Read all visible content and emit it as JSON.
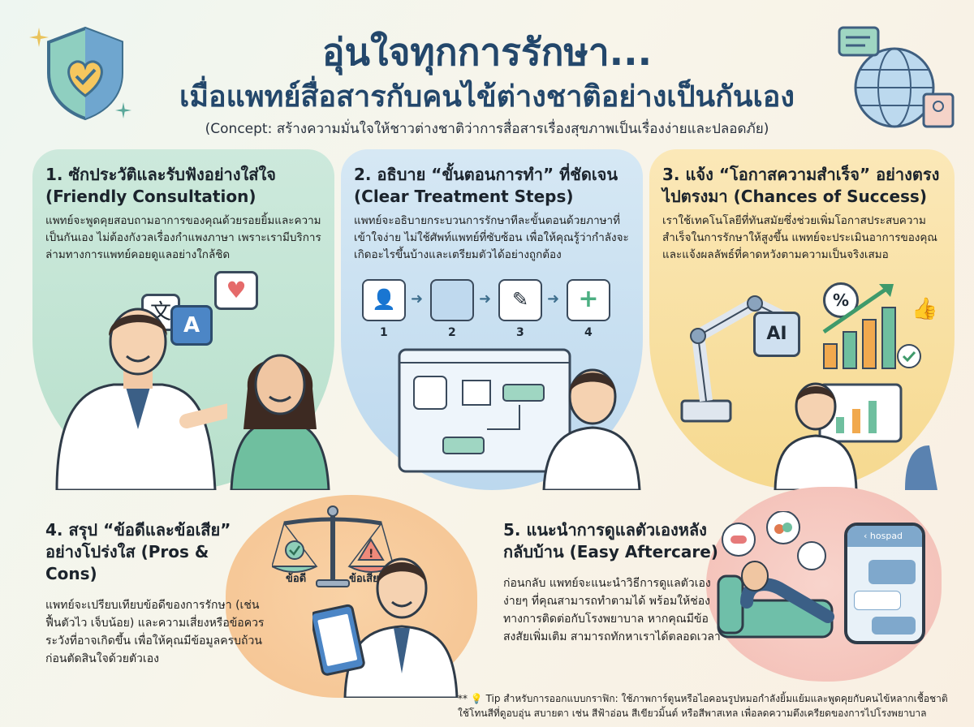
{
  "header": {
    "title_line1": "อุ่นใจทุกการรักษา...",
    "title_line2": "เมื่อแพทย์สื่อสารกับคนไข้ต่างชาติอย่างเป็นกันเอง",
    "concept": "(Concept: สร้างความมั่นใจให้ชาวต่างชาติว่าการสื่อสารเรื่องสุขภาพเป็นเรื่องง่ายและปลอดภัย)"
  },
  "sections": [
    {
      "title": "1. ซักประวัติและรับฟังอย่างใส่ใจ (Friendly Consultation)",
      "body": "แพทย์จะพูดคุยสอบถามอาการของคุณด้วยรอยยิ้มและความเป็นกันเอง ไม่ต้องกังวลเรื่องกำแพงภาษา เพราะเรามีบริการล่ามทางการแพทย์คอยดูแลอย่างใกล้ชิด",
      "bubble_letter": "A",
      "bubble_glyph": "文",
      "color": "#bfe3d1"
    },
    {
      "title": "2. อธิบาย “ขั้นตอนการทำ” ที่ชัดเจน (Clear Treatment Steps)",
      "body": "แพทย์จะอธิบายกระบวนการรักษาทีละขั้นตอนด้วยภาษาที่เข้าใจง่าย ไม่ใช้ศัพท์แพทย์ที่ซับซ้อน เพื่อให้คุณรู้ว่ากำลังจะเกิดอะไรขึ้นบ้างและเตรียมตัวได้อย่างถูกต้อง",
      "steps": [
        "1",
        "2",
        "3",
        "4"
      ],
      "color": "#c6ddf0"
    },
    {
      "title": "3. แจ้ง “โอกาสความสำเร็จ” อย่างตรงไปตรงมา (Chances of Success)",
      "body": "เราใช้เทคโนโลยีที่ทันสมัยซึ่งช่วยเพิ่มโอกาสประสบความสำเร็จในการรักษาให้สูงขึ้น แพทย์จะประเมินอาการของคุณและแจ้งผลลัพธ์ที่คาดหวังตามความเป็นจริงเสมอ",
      "chip_label": "AI",
      "percent_label": "%",
      "color": "#f8dfa0"
    },
    {
      "title": "4. สรุป “ข้อดีและข้อเสีย” อย่างโปร่งใส (Pros & Cons)",
      "body": "แพทย์จะเปรียบเทียบข้อดีของการรักษา (เช่น ฟื้นตัวไว เจ็บน้อย) และความเสี่ยงหรือข้อควรระวังที่อาจเกิดขึ้น เพื่อให้คุณมีข้อมูลครบถ้วนก่อนตัดสินใจด้วยตัวเอง",
      "pros_label": "ข้อดี",
      "cons_label": "ข้อเสีย",
      "color": "#f7d2a8"
    },
    {
      "title": "5. แนะนำการดูแลตัวเองหลังกลับบ้าน (Easy Aftercare)",
      "body": "ก่อนกลับ แพทย์จะแนะนำวิธีการดูแลตัวเองง่ายๆ ที่คุณสามารถทำตามได้ พร้อมให้ช่องทางการติดต่อกับโรงพยาบาล หากคุณมีข้อสงสัยเพิ่มเติม สามารถทักหาเราได้ตลอดเวลา",
      "app_name": "hospad",
      "color": "#f6c9c2"
    }
  ],
  "tip": "** 💡 Tip สำหรับการออกแบบกราฟิก: ใช้ภาพการ์ตูนหรือไอคอนรูปหมอกำลังยิ้มแย้มและพูดคุยกับคนไข้หลากเชื้อชาติ ใช้โทนสีที่ดูอบอุ่น สบายตา เช่น สีฟ้าอ่อน สีเขียวมิ้นต์ หรือสีพาสเทล เพื่อลดความตึงเครียดของการไปโรงพยาบาล"
}
